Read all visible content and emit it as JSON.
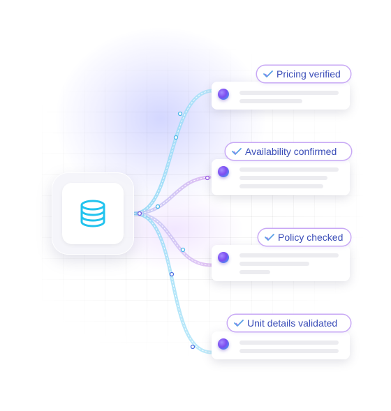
{
  "hub": {
    "icon": "database-icon",
    "accent": "#22c3ee"
  },
  "checks": [
    {
      "label": "Pricing verified",
      "icon": "check-icon"
    },
    {
      "label": "Availability confirmed",
      "icon": "check-icon"
    },
    {
      "label": "Policy checked",
      "icon": "check-icon"
    },
    {
      "label": "Unit details validated",
      "icon": "check-icon"
    }
  ],
  "colors": {
    "pill_border": "#c8a8f5",
    "pill_text": "#3a4db8",
    "connector_blue": "#8fd6f5",
    "connector_purple": "#c9a6f2"
  }
}
